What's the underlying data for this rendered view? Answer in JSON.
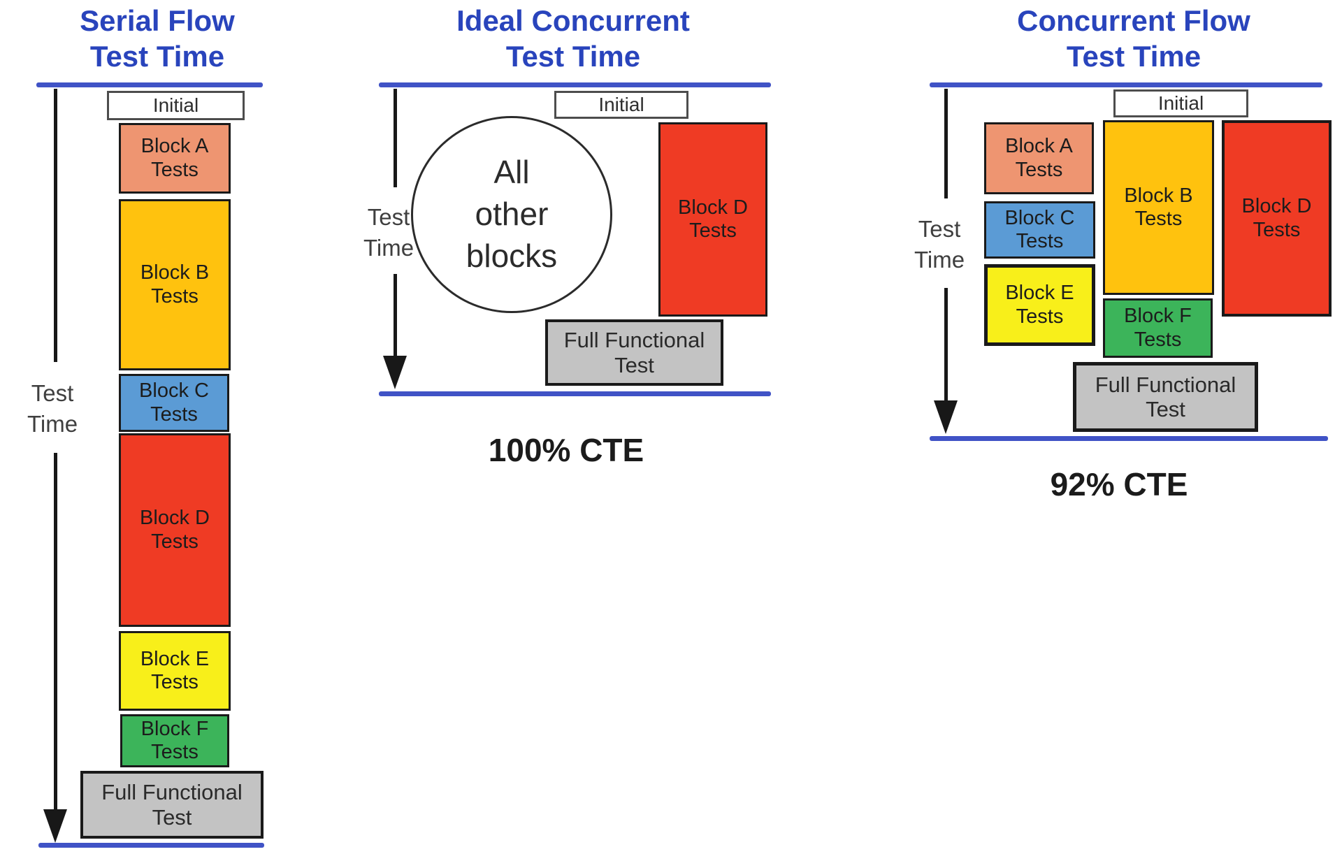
{
  "palette": {
    "title_blue": "#2944bc",
    "timeline_blue": "#4053c6",
    "arrow_black": "#181818",
    "initial_white": "#ffffff",
    "block_a_salmon": "#ee9571",
    "block_b_gold": "#ffc20e",
    "block_c_blue": "#5b9bd5",
    "block_d_red": "#ef3b24",
    "block_e_yellow": "#f8ef1a",
    "block_f_green": "#3cb45a",
    "full_functional_gray": "#c3c3c3"
  },
  "serial": {
    "title": {
      "line1": "Serial Flow",
      "line2": "Test Time"
    },
    "axis": {
      "line1": "Test",
      "line2": "Time"
    },
    "initial": {
      "line1": "Initial"
    },
    "blocks": [
      {
        "line1": "Block A",
        "line2": "Tests"
      },
      {
        "line1": "Block B",
        "line2": "Tests"
      },
      {
        "line1": "Block C",
        "line2": "Tests"
      },
      {
        "line1": "Block D",
        "line2": "Tests"
      },
      {
        "line1": "Block E",
        "line2": "Tests"
      },
      {
        "line1": "Block F",
        "line2": "Tests"
      }
    ],
    "full_functional": {
      "line1": "Full Functional",
      "line2": "Test"
    }
  },
  "ideal": {
    "title": {
      "line1": "Ideal Concurrent",
      "line2": "Test Time"
    },
    "axis": {
      "line1": "Test",
      "line2": "Time"
    },
    "initial": {
      "line1": "Initial"
    },
    "circle": {
      "line1": "All",
      "line2": "other",
      "line3": "blocks"
    },
    "block_d": {
      "line1": "Block D",
      "line2": "Tests"
    },
    "full_functional": {
      "line1": "Full Functional",
      "line2": "Test"
    },
    "cte_label": "100% CTE"
  },
  "concurrent": {
    "title": {
      "line1": "Concurrent Flow",
      "line2": "Test Time"
    },
    "axis": {
      "line1": "Test",
      "line2": "Time"
    },
    "initial": {
      "line1": "Initial"
    },
    "blocks": {
      "a": {
        "line1": "Block A",
        "line2": "Tests"
      },
      "c": {
        "line1": "Block C",
        "line2": "Tests"
      },
      "e": {
        "line1": "Block E",
        "line2": "Tests"
      },
      "b": {
        "line1": "Block B",
        "line2": "Tests"
      },
      "f": {
        "line1": "Block F",
        "line2": "Tests"
      },
      "d": {
        "line1": "Block D",
        "line2": "Tests"
      }
    },
    "full_functional": {
      "line1": "Full Functional",
      "line2": "Test"
    },
    "cte_label": "92% CTE"
  }
}
